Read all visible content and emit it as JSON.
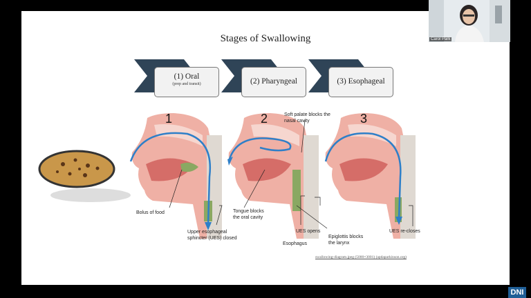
{
  "slide": {
    "title": "Stages of Swallowing",
    "stages": [
      {
        "label": "(1) Oral",
        "sublabel": "(prep and transit)"
      },
      {
        "label": "(2) Pharyngeal"
      },
      {
        "label": "(3) Esophageal"
      }
    ],
    "figure": {
      "numbers": [
        "1",
        "2",
        "3"
      ],
      "labels": {
        "bolus": "Bolus of food",
        "ues_closed": "Upper esophageal sphincter (UES) closed",
        "soft_palate": "Soft palate blocks the nasal cavity",
        "tongue": "Tongue blocks the oral cavity",
        "ues_opens": "UES opens",
        "epiglottis": "Epiglottis blocks the larynx",
        "esophagus": "Esophagus",
        "ues_recloses": "UES re-closes"
      }
    },
    "citation": "swallowing-diagram.jpeg (5000×3001) (apdaparkinson.org)"
  },
  "webcam": {
    "name": "Carol Park"
  },
  "logo": {
    "text": "DNI"
  },
  "colors": {
    "arrow": "#2e7fc8",
    "chevron": "#2f4457",
    "tissue": "#e9a49e",
    "bolus": "#8aa862"
  }
}
